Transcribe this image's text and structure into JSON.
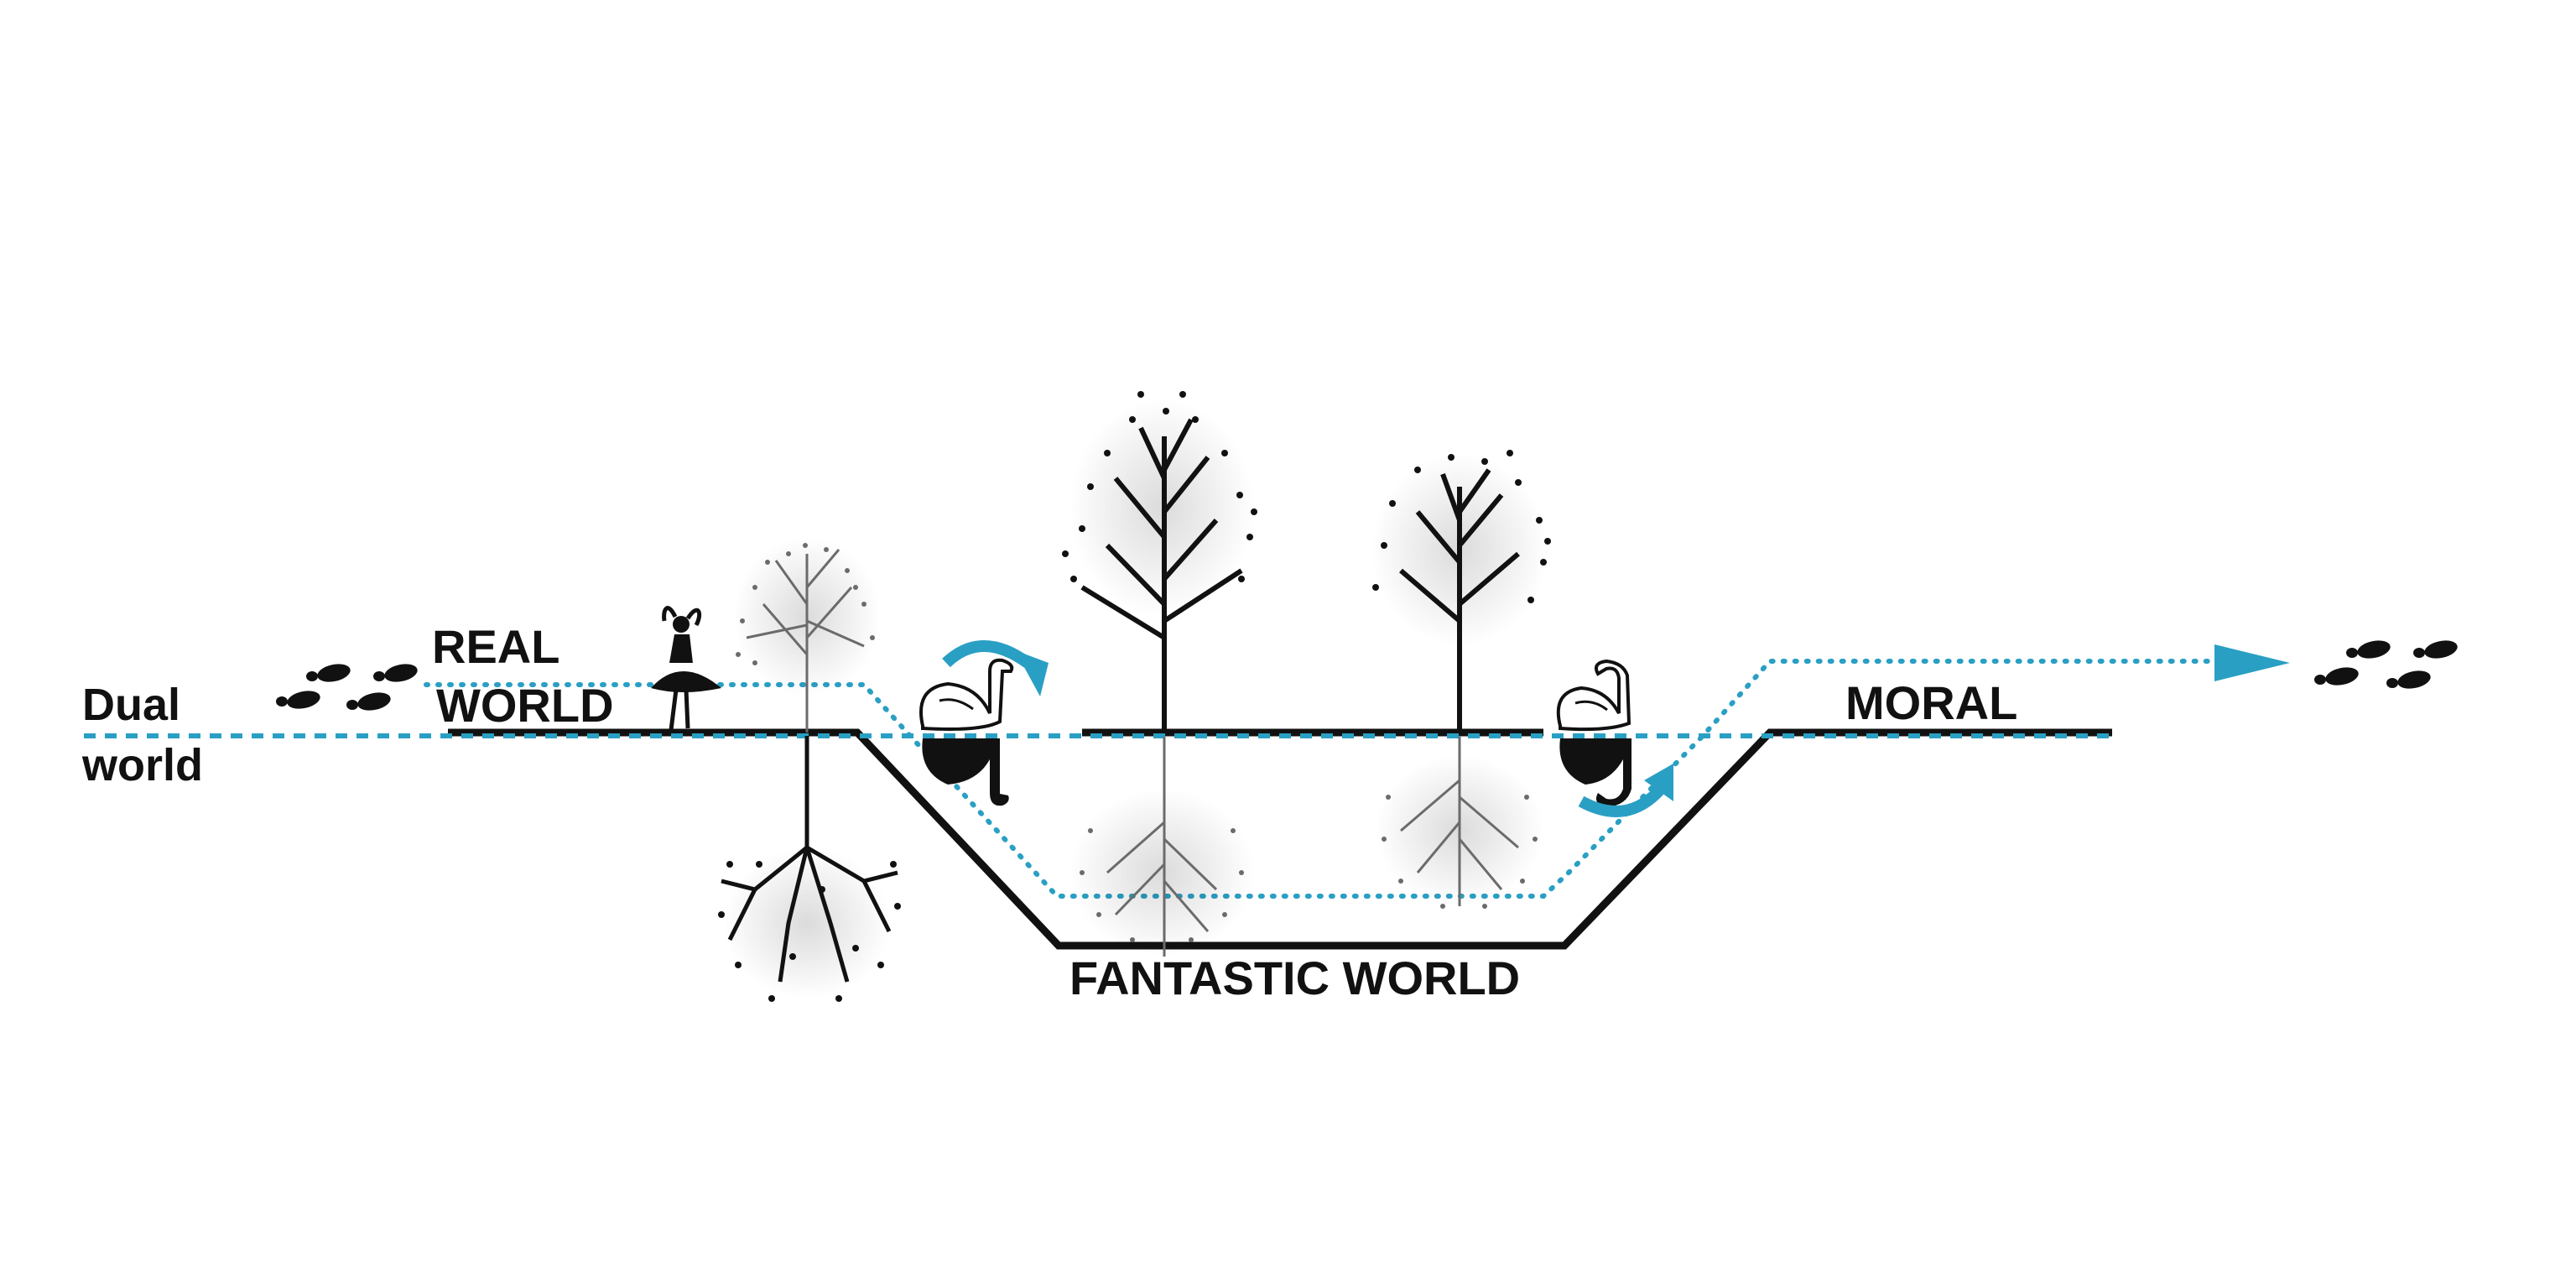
{
  "labels": {
    "dual_world_line1": "Dual",
    "dual_world_line2": "world",
    "real_world_line1": "REAL",
    "real_world_line2": "WORLD",
    "fantastic_world": "FANTASTIC WORLD",
    "moral": "MORAL"
  },
  "colors": {
    "path_blue": "#2a9fc4",
    "ground_black": "#111111",
    "reflection_gray": "#6b6b6b",
    "background": "#ffffff"
  },
  "icons": {
    "footprints": "footprints-icon",
    "ballerina": "ballerina-icon",
    "swan": "swan-icon",
    "swan_reflection": "black-swan-reflection-icon",
    "tree": "tree-icon",
    "tree_reflection": "tree-reflection-icon",
    "curved_arrow": "curved-arrow-icon",
    "path_arrow": "arrowhead-icon"
  }
}
